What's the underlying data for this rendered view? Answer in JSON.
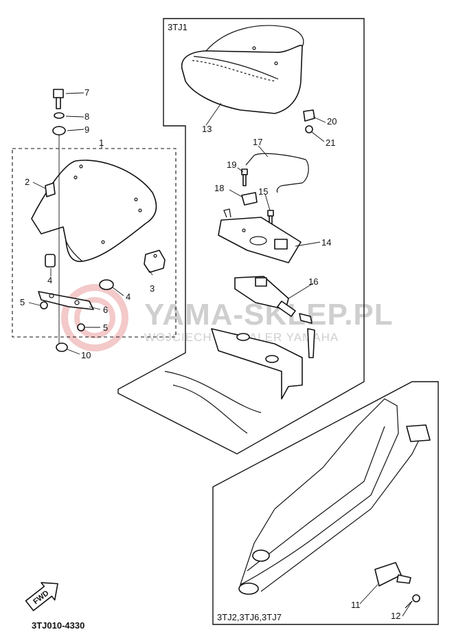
{
  "diagram": {
    "part_code": "3TJ010-4330",
    "groups": [
      {
        "id": "upper",
        "label": "3TJ1"
      },
      {
        "id": "lower",
        "label": "3TJ2,3TJ6,3TJ7"
      }
    ],
    "callouts": [
      {
        "num": "1"
      },
      {
        "num": "2"
      },
      {
        "num": "3"
      },
      {
        "num": "4"
      },
      {
        "num": "4"
      },
      {
        "num": "5"
      },
      {
        "num": "5"
      },
      {
        "num": "6"
      },
      {
        "num": "7"
      },
      {
        "num": "8"
      },
      {
        "num": "9"
      },
      {
        "num": "10"
      },
      {
        "num": "11"
      },
      {
        "num": "12"
      },
      {
        "num": "13"
      },
      {
        "num": "14"
      },
      {
        "num": "15"
      },
      {
        "num": "16"
      },
      {
        "num": "17"
      },
      {
        "num": "18"
      },
      {
        "num": "19"
      },
      {
        "num": "20"
      },
      {
        "num": "21"
      }
    ],
    "fwd_label": "FWD",
    "watermark": {
      "line1": "YAMA-SKLEP.PL",
      "line2": "WOJCIECH ... DEALER YAMAHA"
    }
  }
}
